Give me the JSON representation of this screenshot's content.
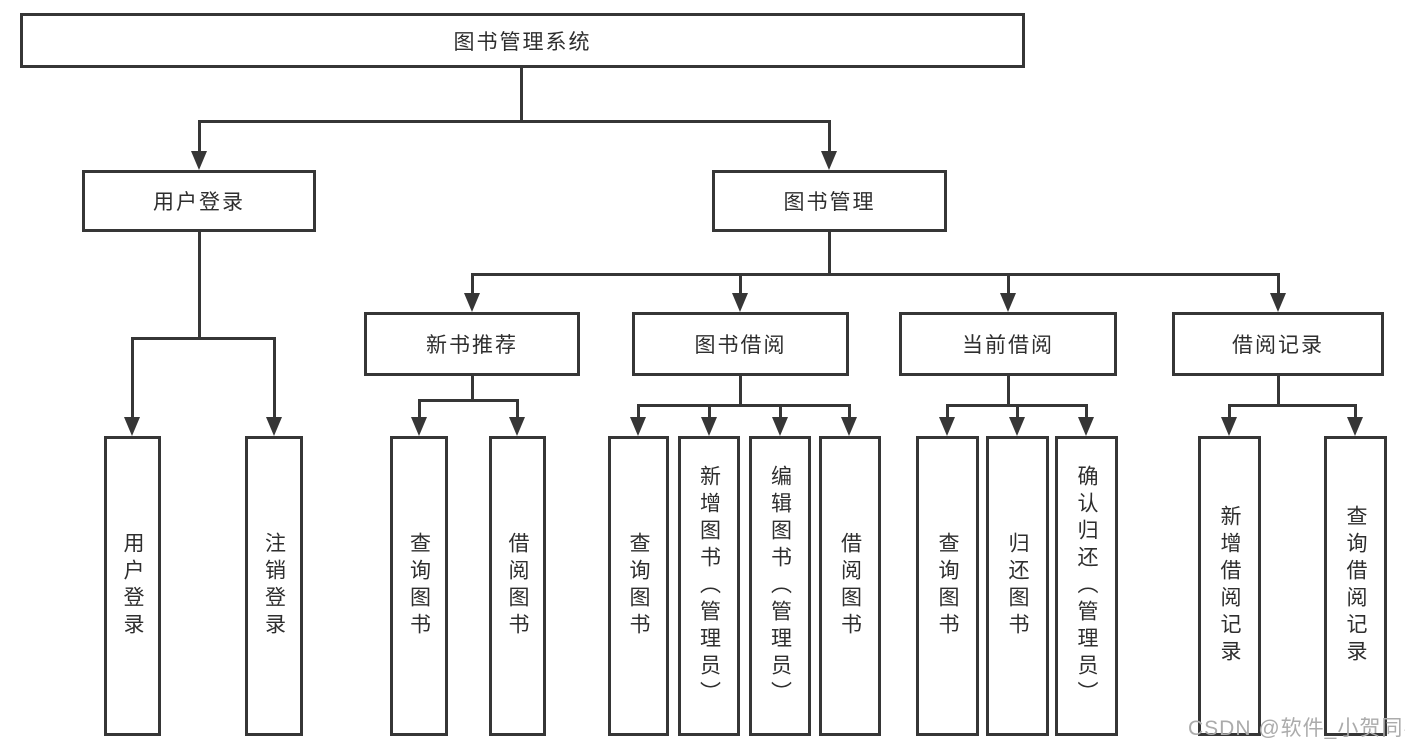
{
  "page": {
    "background": "#ffffff"
  },
  "colors": {
    "line": "#363636",
    "text": "#2e2e2e",
    "watermark": "#ababab"
  },
  "nodes": {
    "root": "图书管理系统",
    "user_login": "用户登录",
    "book_management": "图书管理",
    "new_book_recommend": "新书推荐",
    "book_borrowing": "图书借阅",
    "current_borrowing": "当前借阅",
    "borrowing_records": "借阅记录",
    "leaf_user_login": "用户登录",
    "leaf_logout": "注销登录",
    "leaf_query_books_recommend": "查询图书",
    "leaf_borrow_books_recommend": "借阅图书",
    "leaf_query_books_borrowing": "查询图书",
    "leaf_add_books_admin": "新增图书（管理员）",
    "leaf_edit_books_admin": "编辑图书（管理员）",
    "leaf_borrow_books_borrowing": "借阅图书",
    "leaf_query_books_current": "查询图书",
    "leaf_return_books": "归还图书",
    "leaf_confirm_return_admin": "确认归还（管理员）",
    "leaf_add_borrow_record": "新增借阅记录",
    "leaf_query_borrow_record": "查询借阅记录"
  },
  "watermark": "CSDN @软件_小贺同学"
}
